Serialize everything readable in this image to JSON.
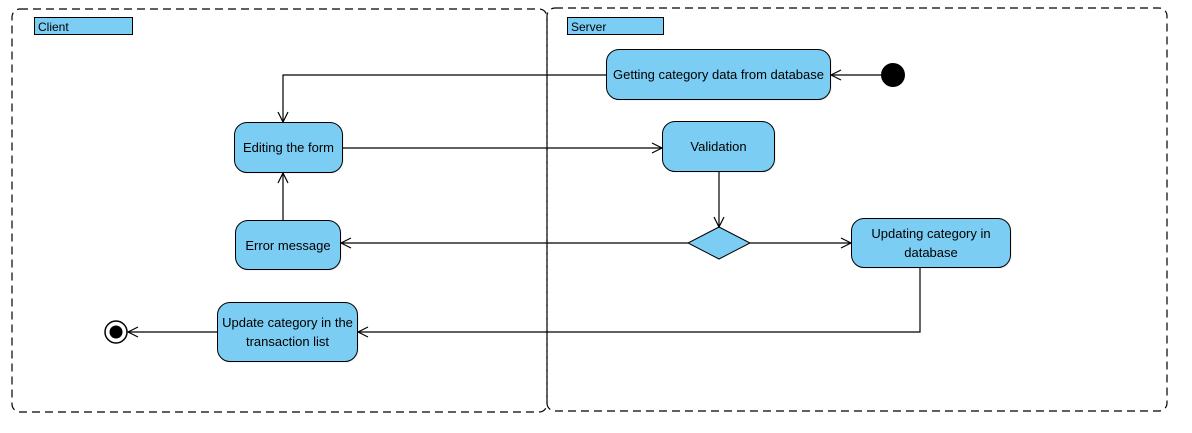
{
  "colors": {
    "node_fill": "#7ccdf3",
    "stroke": "#000000",
    "background": "#ffffff"
  },
  "swimlanes": {
    "client": "Client",
    "server": "Server"
  },
  "nodes": {
    "get_data": "Getting category data from database",
    "edit_form": "Editing the form",
    "validation": "Validation",
    "error_message": "Error message",
    "update_db": "Updating category in database",
    "update_list": "Update category in the transaction list"
  }
}
